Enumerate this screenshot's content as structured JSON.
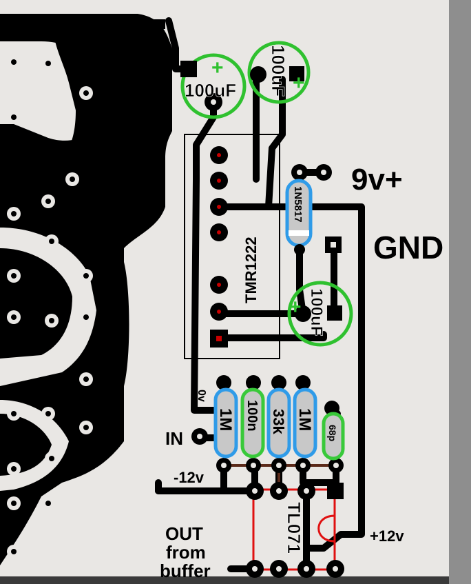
{
  "labels": {
    "v9": "9v+",
    "gnd": "GND",
    "in": "IN",
    "neg12": "-12v",
    "pos12": "+12v",
    "zero_v": "0v",
    "out1": "OUT",
    "out2": "from",
    "out3": "buffer"
  },
  "components": {
    "cap1_value": "100uF",
    "cap2_value": "100uF",
    "cap3_value": "100uF",
    "cap_plus": "+",
    "diode": "1N5817",
    "regulator": "TMR1222",
    "r1": "1M",
    "c_100n": "100n",
    "r_33k": "33k",
    "r2": "1M",
    "c_68p": "68p",
    "opamp": "TL071"
  },
  "colors": {
    "trace": "#000000",
    "board": "#e9e7e4",
    "side_bar": "#8e8e8e",
    "capacitor_outline": "#2fc12f",
    "resistor_blue": "#2f9be8",
    "resistor_green": "#39c93a",
    "ic_outline": "#e01010",
    "resistor_body_fill": "#c8c8c8"
  }
}
